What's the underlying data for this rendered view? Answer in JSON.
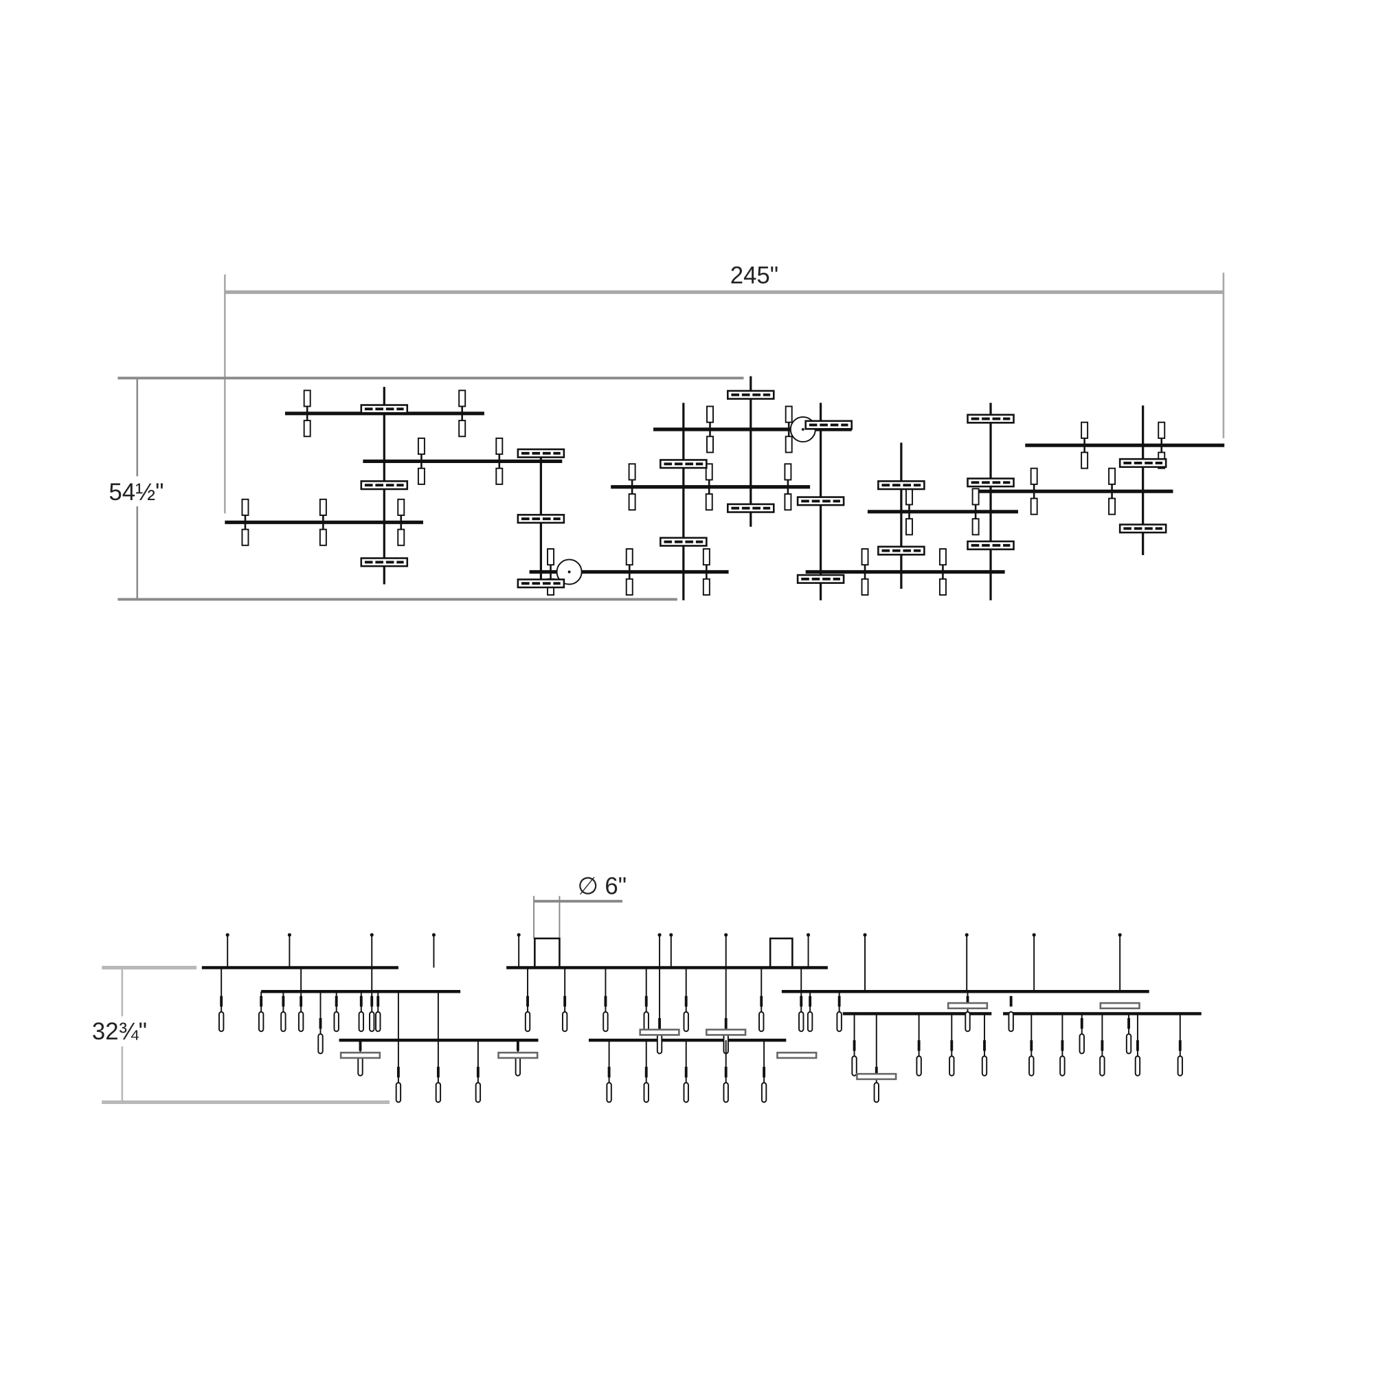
{
  "top_view": {
    "width_label": "245\"",
    "height_label": "54½\""
  },
  "side_view": {
    "canopy_label": "∅ 6\"",
    "height_label": "32¾\""
  },
  "colors": {
    "line": "#111111",
    "dimension": "#9a9a9a",
    "background": "#ffffff"
  }
}
